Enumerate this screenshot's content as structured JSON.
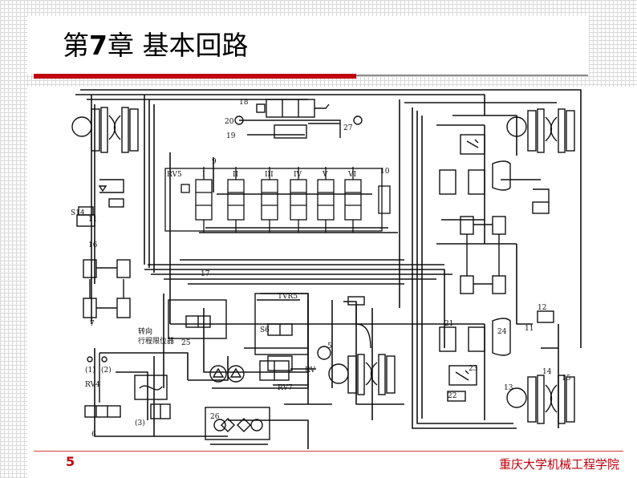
{
  "slide": {
    "title_prefix": "第",
    "title_number": "7",
    "title_rest": "章  基本回路",
    "page_number": "5",
    "footer": "重庆大学机械工程学院"
  },
  "diagram": {
    "labels": {
      "n18": "18",
      "n20": "20",
      "n19": "19",
      "n27": "27",
      "n9": "9",
      "n10": "10",
      "rv5": "RV5",
      "i": "I",
      "ii": "II",
      "iii": "III",
      "iv": "IV",
      "v": "V",
      "vi": "VI",
      "s14": "S14",
      "n11": "11",
      "n16": "16",
      "n17": "17",
      "n7": "7",
      "tvr5": "TVR5",
      "s6": "S6",
      "n25": "25",
      "n5": "5",
      "zhuanxiang": "转向",
      "xingchengxian": "行程限位器",
      "p1": "(1)",
      "p2": "(2)",
      "p3": "(3)",
      "rv4": "RV4",
      "n6": "6",
      "rv": "RV",
      "rv7": "RV7",
      "n26": "26",
      "n21": "21",
      "n24": "24",
      "n23": "23",
      "n22": "22",
      "n13": "13",
      "n12": "12",
      "n11r": "11",
      "n14": "14",
      "n15": "15"
    }
  }
}
